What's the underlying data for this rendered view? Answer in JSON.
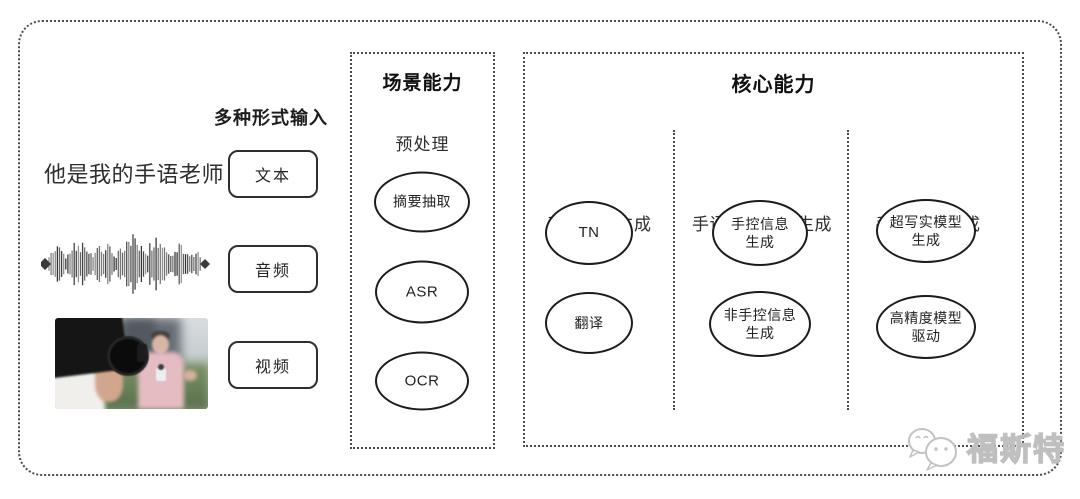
{
  "input_section": {
    "label": "多种形式输入",
    "sample_text": "他是我的手语老师",
    "buttons": [
      {
        "label": "文本"
      },
      {
        "label": "音频"
      },
      {
        "label": "视频"
      }
    ]
  },
  "scene_capability": {
    "title": "场景能力",
    "group_label": "预处理",
    "nodes": [
      {
        "label": "摘要抽取"
      },
      {
        "label": "ASR"
      },
      {
        "label": "OCR"
      }
    ]
  },
  "core_capability": {
    "title": "核心能力",
    "columns": [
      {
        "header": "手语文本生成",
        "nodes": [
          {
            "label": "TN"
          },
          {
            "label": "翻译"
          }
        ]
      },
      {
        "header": "手语要素序列生成",
        "nodes": [
          {
            "label": "手控信息\n生成"
          },
          {
            "label": "非手控信息\n生成"
          }
        ]
      },
      {
        "header": "手语视频生成",
        "nodes": [
          {
            "label": "超写实模型\n生成"
          },
          {
            "label": "高精度模型\n驱动"
          }
        ]
      }
    ]
  },
  "watermark": {
    "text": "福斯特",
    "icon": "chat-bubbles-icon"
  },
  "colors": {
    "ink": "#222222",
    "line": "#4c4c4c",
    "watermark_gray": "#bfbfbf"
  }
}
